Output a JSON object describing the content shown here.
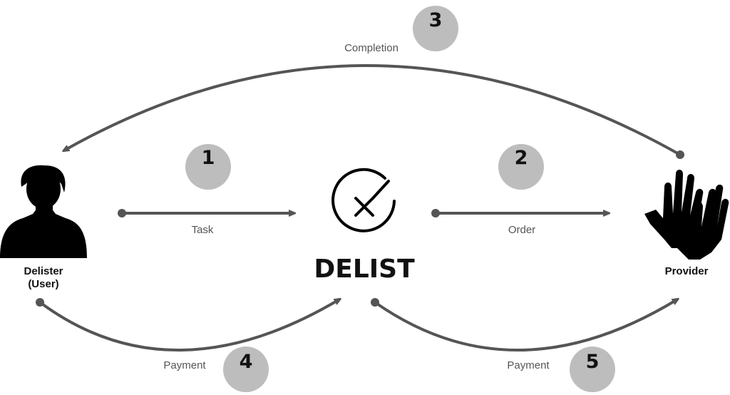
{
  "actors": {
    "user": {
      "line1": "Delister",
      "line2": "(User)"
    },
    "provider": {
      "label": "Provider"
    }
  },
  "brand": {
    "name": "DELIST"
  },
  "flows": {
    "task": {
      "step": "1",
      "label": "Task"
    },
    "order": {
      "step": "2",
      "label": "Order"
    },
    "completion": {
      "step": "3",
      "label": "Completion"
    },
    "payment_user": {
      "step": "4",
      "label": "Payment"
    },
    "payment_provider": {
      "step": "5",
      "label": "Payment"
    }
  },
  "colors": {
    "arrow": "#555555",
    "badge": "#bdbdbd",
    "icon": "#000000"
  },
  "icons": {
    "user": "person-silhouette-icon",
    "provider": "gloves-icon",
    "brand": "delist-logo-icon"
  }
}
